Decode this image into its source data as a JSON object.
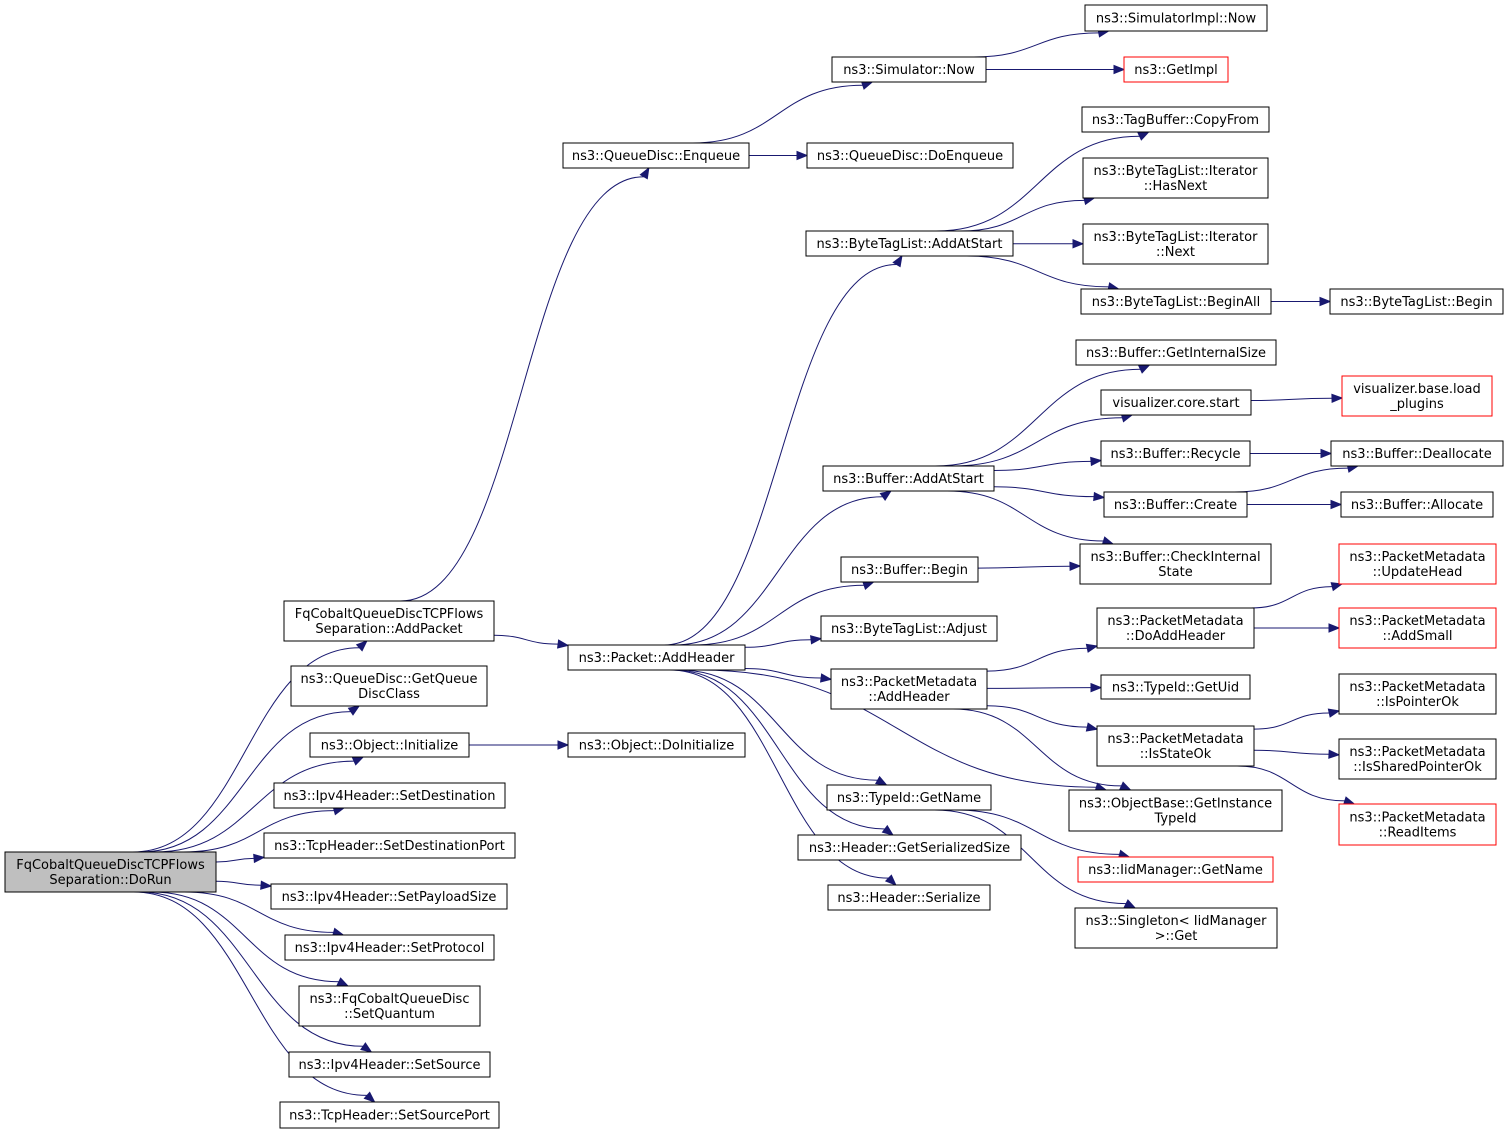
{
  "diagram": {
    "type": "call-graph",
    "colors": {
      "edge": "#191970",
      "root_fill": "#bfbfbf",
      "truncated_border": "#ff0000",
      "node_border": "#000000"
    },
    "nodes": [
      {
        "id": "doRun",
        "label": [
          "FqCobaltQueueDiscTCPFlows",
          "Separation::DoRun"
        ],
        "style": "root"
      },
      {
        "id": "addPacket",
        "label": [
          "FqCobaltQueueDiscTCPFlows",
          "Separation::AddPacket"
        ],
        "style": "normal"
      },
      {
        "id": "getQueueDiscClass",
        "label": [
          "ns3::QueueDisc::GetQueue",
          "DiscClass"
        ],
        "style": "normal"
      },
      {
        "id": "objInitialize",
        "label": [
          "ns3::Object::Initialize"
        ],
        "style": "normal"
      },
      {
        "id": "ipv4SetDest",
        "label": [
          "ns3::Ipv4Header::SetDestination"
        ],
        "style": "normal"
      },
      {
        "id": "tcpSetDestPort",
        "label": [
          "ns3::TcpHeader::SetDestinationPort"
        ],
        "style": "normal"
      },
      {
        "id": "ipv4SetPayload",
        "label": [
          "ns3::Ipv4Header::SetPayloadSize"
        ],
        "style": "normal"
      },
      {
        "id": "ipv4SetProto",
        "label": [
          "ns3::Ipv4Header::SetProtocol"
        ],
        "style": "normal"
      },
      {
        "id": "fqSetQuantum",
        "label": [
          "ns3::FqCobaltQueueDisc",
          "::SetQuantum"
        ],
        "style": "normal"
      },
      {
        "id": "ipv4SetSource",
        "label": [
          "ns3::Ipv4Header::SetSource"
        ],
        "style": "normal"
      },
      {
        "id": "tcpSetSrcPort",
        "label": [
          "ns3::TcpHeader::SetSourcePort"
        ],
        "style": "normal"
      },
      {
        "id": "qdEnqueue",
        "label": [
          "ns3::QueueDisc::Enqueue"
        ],
        "style": "normal"
      },
      {
        "id": "pktAddHeader",
        "label": [
          "ns3::Packet::AddHeader"
        ],
        "style": "normal"
      },
      {
        "id": "objDoInit",
        "label": [
          "ns3::Object::DoInitialize"
        ],
        "style": "normal"
      },
      {
        "id": "simNow",
        "label": [
          "ns3::Simulator::Now"
        ],
        "style": "normal"
      },
      {
        "id": "qdDoEnqueue",
        "label": [
          "ns3::QueueDisc::DoEnqueue"
        ],
        "style": "normal"
      },
      {
        "id": "btlAddAtStart",
        "label": [
          "ns3::ByteTagList::AddAtStart"
        ],
        "style": "normal"
      },
      {
        "id": "bufAddAtStart",
        "label": [
          "ns3::Buffer::AddAtStart"
        ],
        "style": "normal"
      },
      {
        "id": "bufBegin",
        "label": [
          "ns3::Buffer::Begin"
        ],
        "style": "normal"
      },
      {
        "id": "btlAdjust",
        "label": [
          "ns3::ByteTagList::Adjust"
        ],
        "style": "normal"
      },
      {
        "id": "pmAddHeader",
        "label": [
          "ns3::PacketMetadata",
          "::AddHeader"
        ],
        "style": "normal"
      },
      {
        "id": "tidGetName",
        "label": [
          "ns3::TypeId::GetName"
        ],
        "style": "normal"
      },
      {
        "id": "hdrGetSerSize",
        "label": [
          "ns3::Header::GetSerializedSize"
        ],
        "style": "normal"
      },
      {
        "id": "hdrSerialize",
        "label": [
          "ns3::Header::Serialize"
        ],
        "style": "normal"
      },
      {
        "id": "simImplNow",
        "label": [
          "ns3::SimulatorImpl::Now"
        ],
        "style": "normal"
      },
      {
        "id": "getImpl",
        "label": [
          "ns3::GetImpl"
        ],
        "style": "red"
      },
      {
        "id": "tbCopyFrom",
        "label": [
          "ns3::TagBuffer::CopyFrom"
        ],
        "style": "normal"
      },
      {
        "id": "btlItHasNext",
        "label": [
          "ns3::ByteTagList::Iterator",
          "::HasNext"
        ],
        "style": "normal"
      },
      {
        "id": "btlItNext",
        "label": [
          "ns3::ByteTagList::Iterator",
          "::Next"
        ],
        "style": "normal"
      },
      {
        "id": "btlBeginAll",
        "label": [
          "ns3::ByteTagList::BeginAll"
        ],
        "style": "normal"
      },
      {
        "id": "btlBegin",
        "label": [
          "ns3::ByteTagList::Begin"
        ],
        "style": "normal"
      },
      {
        "id": "bufGetIntSize",
        "label": [
          "ns3::Buffer::GetInternalSize"
        ],
        "style": "normal"
      },
      {
        "id": "vizStart",
        "label": [
          "visualizer.core.start"
        ],
        "style": "normal"
      },
      {
        "id": "vizLoadPlugins",
        "label": [
          "visualizer.base.load",
          "_plugins"
        ],
        "style": "red"
      },
      {
        "id": "bufRecycle",
        "label": [
          "ns3::Buffer::Recycle"
        ],
        "style": "normal"
      },
      {
        "id": "bufDealloc",
        "label": [
          "ns3::Buffer::Deallocate"
        ],
        "style": "normal"
      },
      {
        "id": "bufCreate",
        "label": [
          "ns3::Buffer::Create"
        ],
        "style": "normal"
      },
      {
        "id": "bufAlloc",
        "label": [
          "ns3::Buffer::Allocate"
        ],
        "style": "normal"
      },
      {
        "id": "bufCheckInt",
        "label": [
          "ns3::Buffer::CheckInternal",
          "State"
        ],
        "style": "normal"
      },
      {
        "id": "pmDoAddHeader",
        "label": [
          "ns3::PacketMetadata",
          "::DoAddHeader"
        ],
        "style": "normal"
      },
      {
        "id": "pmUpdateHead",
        "label": [
          "ns3::PacketMetadata",
          "::UpdateHead"
        ],
        "style": "red"
      },
      {
        "id": "pmAddSmall",
        "label": [
          "ns3::PacketMetadata",
          "::AddSmall"
        ],
        "style": "red"
      },
      {
        "id": "tidGetUid",
        "label": [
          "ns3::TypeId::GetUid"
        ],
        "style": "normal"
      },
      {
        "id": "pmIsStateOk",
        "label": [
          "ns3::PacketMetadata",
          "::IsStateOk"
        ],
        "style": "normal"
      },
      {
        "id": "pmIsPointerOk",
        "label": [
          "ns3::PacketMetadata",
          "::IsPointerOk"
        ],
        "style": "normal"
      },
      {
        "id": "pmIsSharedPtrOk",
        "label": [
          "ns3::PacketMetadata",
          "::IsSharedPointerOk"
        ],
        "style": "normal"
      },
      {
        "id": "pmReadItems",
        "label": [
          "ns3::PacketMetadata",
          "::ReadItems"
        ],
        "style": "red"
      },
      {
        "id": "obGetInstTid",
        "label": [
          "ns3::ObjectBase::GetInstance",
          "TypeId"
        ],
        "style": "normal"
      },
      {
        "id": "iidGetName",
        "label": [
          "ns3::IidManager::GetName"
        ],
        "style": "red"
      },
      {
        "id": "singletonGet",
        "label": [
          "ns3::Singleton< IidManager",
          ">::Get"
        ],
        "style": "normal"
      }
    ],
    "edges": [
      [
        "doRun",
        "addPacket"
      ],
      [
        "doRun",
        "getQueueDiscClass"
      ],
      [
        "doRun",
        "objInitialize"
      ],
      [
        "doRun",
        "ipv4SetDest"
      ],
      [
        "doRun",
        "tcpSetDestPort"
      ],
      [
        "doRun",
        "ipv4SetPayload"
      ],
      [
        "doRun",
        "ipv4SetProto"
      ],
      [
        "doRun",
        "fqSetQuantum"
      ],
      [
        "doRun",
        "ipv4SetSource"
      ],
      [
        "doRun",
        "tcpSetSrcPort"
      ],
      [
        "addPacket",
        "qdEnqueue"
      ],
      [
        "addPacket",
        "pktAddHeader"
      ],
      [
        "objInitialize",
        "objDoInit"
      ],
      [
        "qdEnqueue",
        "simNow"
      ],
      [
        "qdEnqueue",
        "qdDoEnqueue"
      ],
      [
        "simNow",
        "simImplNow"
      ],
      [
        "simNow",
        "getImpl"
      ],
      [
        "pktAddHeader",
        "btlAddAtStart"
      ],
      [
        "pktAddHeader",
        "bufAddAtStart"
      ],
      [
        "pktAddHeader",
        "bufBegin"
      ],
      [
        "pktAddHeader",
        "btlAdjust"
      ],
      [
        "pktAddHeader",
        "pmAddHeader"
      ],
      [
        "pktAddHeader",
        "tidGetName"
      ],
      [
        "pktAddHeader",
        "hdrGetSerSize"
      ],
      [
        "pktAddHeader",
        "hdrSerialize"
      ],
      [
        "pktAddHeader",
        "obGetInstTid"
      ],
      [
        "btlAddAtStart",
        "tbCopyFrom"
      ],
      [
        "btlAddAtStart",
        "btlItHasNext"
      ],
      [
        "btlAddAtStart",
        "btlItNext"
      ],
      [
        "btlAddAtStart",
        "btlBeginAll"
      ],
      [
        "btlBeginAll",
        "btlBegin"
      ],
      [
        "bufAddAtStart",
        "bufGetIntSize"
      ],
      [
        "bufAddAtStart",
        "vizStart"
      ],
      [
        "bufAddAtStart",
        "bufRecycle"
      ],
      [
        "bufAddAtStart",
        "bufCreate"
      ],
      [
        "bufAddAtStart",
        "bufCheckInt"
      ],
      [
        "vizStart",
        "vizLoadPlugins"
      ],
      [
        "bufRecycle",
        "bufDealloc"
      ],
      [
        "bufCreate",
        "bufDealloc"
      ],
      [
        "bufCreate",
        "bufAlloc"
      ],
      [
        "bufBegin",
        "bufCheckInt"
      ],
      [
        "pmAddHeader",
        "pmDoAddHeader"
      ],
      [
        "pmAddHeader",
        "tidGetUid"
      ],
      [
        "pmAddHeader",
        "pmIsStateOk"
      ],
      [
        "pmAddHeader",
        "obGetInstTid"
      ],
      [
        "pmDoAddHeader",
        "pmUpdateHead"
      ],
      [
        "pmDoAddHeader",
        "pmAddSmall"
      ],
      [
        "pmIsStateOk",
        "pmIsPointerOk"
      ],
      [
        "pmIsStateOk",
        "pmIsSharedPtrOk"
      ],
      [
        "pmIsStateOk",
        "pmReadItems"
      ],
      [
        "tidGetName",
        "iidGetName"
      ],
      [
        "tidGetName",
        "singletonGet"
      ]
    ]
  }
}
